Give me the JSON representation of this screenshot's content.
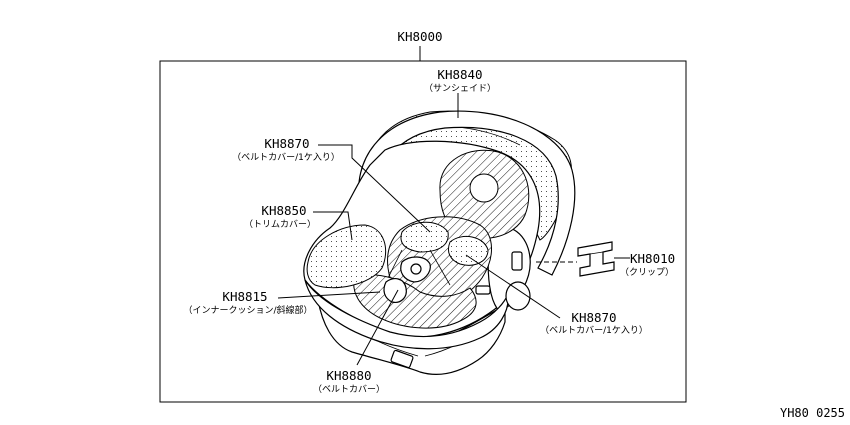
{
  "diagram": {
    "assembly": {
      "code": "KH8000"
    },
    "parts": [
      {
        "code": "KH8840",
        "name": "（サンシェイド）"
      },
      {
        "code": "KH8870",
        "name": "（ベルトカバー/1ケ入り）"
      },
      {
        "code": "KH8850",
        "name": "（トリムカバー）"
      },
      {
        "code": "KH8815",
        "name": "（インナークッション/斜線部）"
      },
      {
        "code": "KH8880",
        "name": "（ベルトカバー）"
      },
      {
        "code": "KH8010",
        "name": "（クリップ）"
      },
      {
        "code": "KH8870",
        "name": "（ベルトカバー/1ケ入り）"
      }
    ],
    "figure_code": "YH80 0255"
  }
}
